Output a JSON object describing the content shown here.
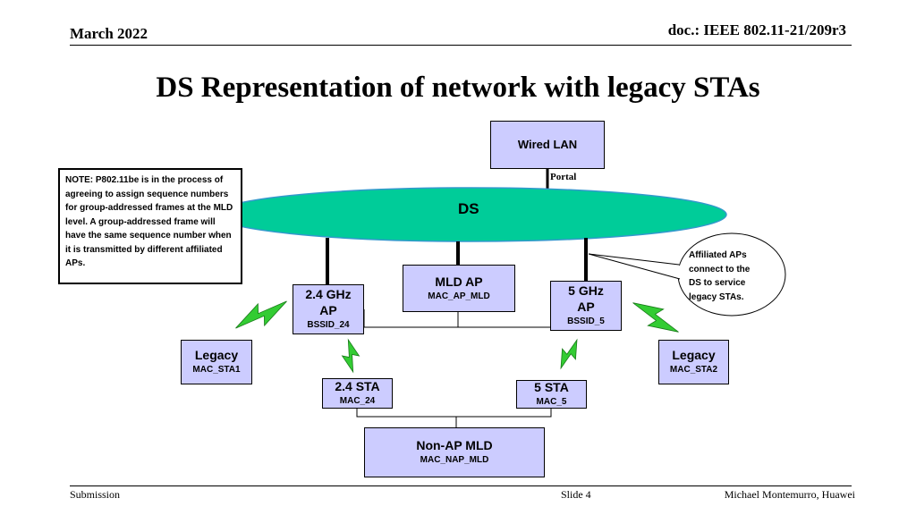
{
  "header": {
    "date": "March 2022",
    "doc_id": "doc.: IEEE 802.11-21/209r3"
  },
  "title": "DS Representation of network with legacy STAs",
  "diagram": {
    "wired_lan": "Wired LAN",
    "portal_label": "Portal",
    "ds_label": "DS",
    "note": "NOTE: P802.11be is in the process of agreeing to assign sequence numbers for group-addressed frames at the MLD level. A group-addressed frame will have the same sequence number when it is transmitted by different affiliated APs.",
    "callout_lines": [
      "Affiliated APs",
      "connect to the",
      "DS to service",
      "legacy STAs."
    ],
    "mld_ap": {
      "title": "MLD AP",
      "addr": "MAC_AP_MLD"
    },
    "ap_24": {
      "line1": "2.4 GHz",
      "line2": "AP",
      "addr": "BSSID_24"
    },
    "ap_5": {
      "line1": "5 GHz",
      "line2": "AP",
      "addr": "BSSID_5"
    },
    "legacy_1": {
      "title": "Legacy",
      "addr": "MAC_STA1"
    },
    "legacy_2": {
      "title": "Legacy",
      "addr": "MAC_STA2"
    },
    "sta_24": {
      "title": "2.4 STA",
      "addr": "MAC_24"
    },
    "sta_5": {
      "title": "5 STA",
      "addr": "MAC_5"
    },
    "non_ap_mld": {
      "title": "Non-AP MLD",
      "addr": "MAC_NAP_MLD"
    },
    "colors": {
      "ds_fill": "#00cc99",
      "box_fill": "#ccccff",
      "link_fill": "#33cc33"
    }
  },
  "footer": {
    "left": "Submission",
    "center": "Slide 4",
    "right": "Michael Montemurro, Huawei"
  }
}
